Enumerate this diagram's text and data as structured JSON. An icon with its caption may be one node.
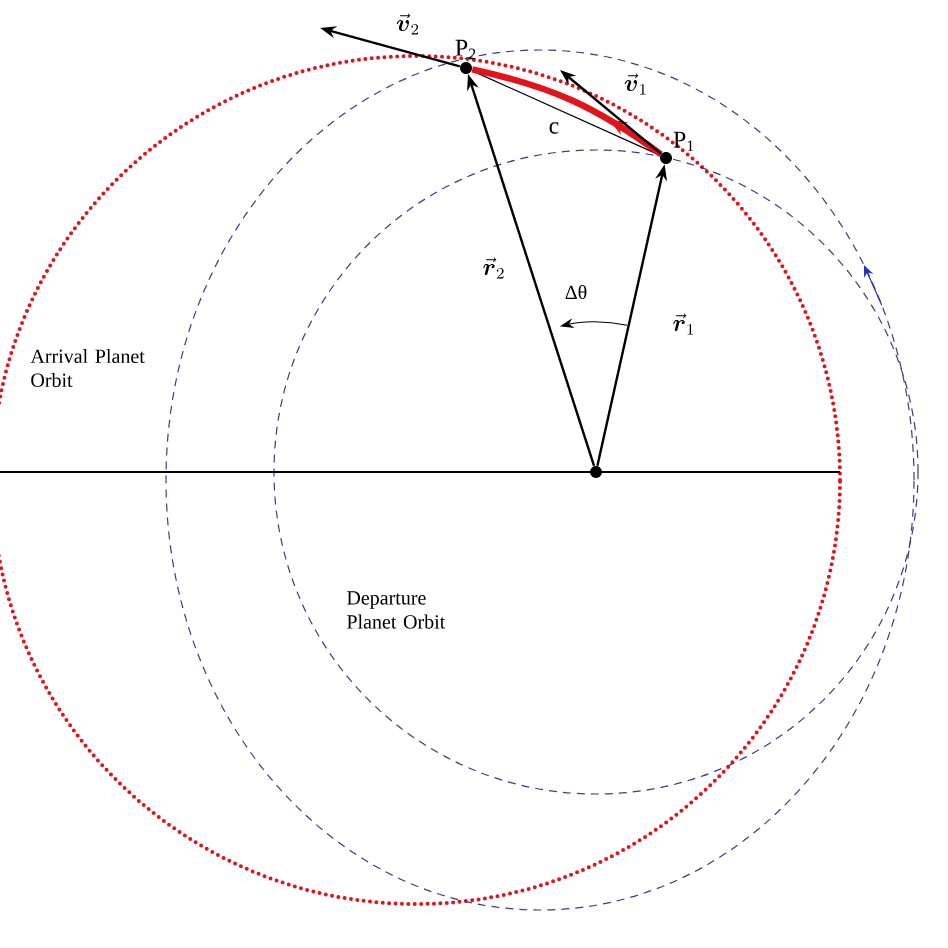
{
  "diagram": {
    "nodes": [
      {
        "text": [],
        "shape": "circle"
      },
      {
        "text": [
          "P$_{1}$"
        ]
      },
      {
        "text": [
          "P$_{2}$"
        ]
      }
    ],
    "edges": [
      {
        "from": 0,
        "to": 1,
        "arrow": "to",
        "label": "\\vec{\\boldsymbol{r}}_{1}"
      },
      {
        "from": 0,
        "to": 2,
        "arrow": "to",
        "label": "\\vec{\\boldsymbol{r}}_{2}"
      },
      {
        "from": 1,
        "to": 2,
        "arrow": "none",
        "label": "c"
      },
      {
        "from": 1,
        "to": 2,
        "arrow": "to",
        "style": "thick",
        "color": "#e3131b"
      },
      {
        "from": 1,
        "to": null,
        "arrow": "to",
        "label": "\\vec{\\boldsymbol{v}}_{1}"
      },
      {
        "from": 2,
        "to": null,
        "arrow": "to",
        "label": "\\vec{\\boldsymbol{v}}_{2}"
      }
    ],
    "labels": [
      "Δθ",
      "Arrival Planet Orbit",
      "Departure Planet Orbit"
    ]
  }
}
